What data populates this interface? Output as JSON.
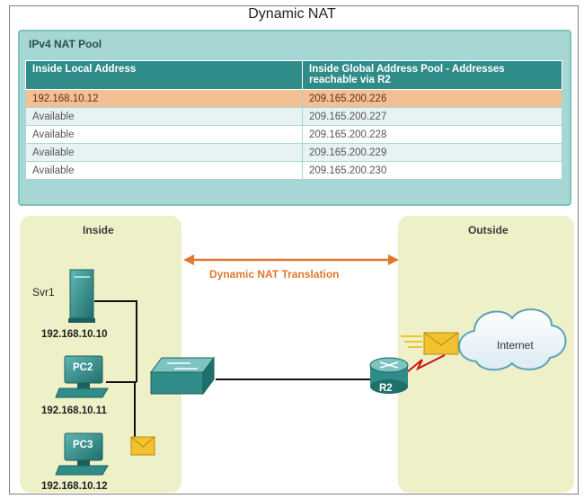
{
  "title": "Dynamic NAT",
  "pool": {
    "title": "IPv4 NAT Pool",
    "headers": [
      "Inside Local Address",
      "Inside Global Address Pool - Addresses reachable via R2"
    ],
    "rows": [
      [
        "192.168.10.12",
        "209.165.200.226"
      ],
      [
        "Available",
        "209.165.200.227"
      ],
      [
        "Available",
        "209.165.200.228"
      ],
      [
        "Available",
        "209.165.200.229"
      ],
      [
        "Available",
        "209.165.200.230"
      ]
    ]
  },
  "zones": {
    "inside": "Inside",
    "outside": "Outside"
  },
  "translation_label": "Dynamic NAT Translation",
  "devices": {
    "svr1": {
      "name": "Svr1",
      "ip": "192.168.10.10"
    },
    "pc2": {
      "name": "PC2",
      "ip": "192.168.10.11"
    },
    "pc3": {
      "name": "PC3",
      "ip": "192.168.10.12"
    },
    "r2": {
      "name": "R2"
    },
    "internet": {
      "name": "Internet"
    }
  },
  "colors": {
    "teal": "#2f8c88",
    "highlight_row": "#f5bf94",
    "zone_bg": "#eef1c8",
    "arrow": "#e0782f",
    "envelope": "#f2c230"
  }
}
